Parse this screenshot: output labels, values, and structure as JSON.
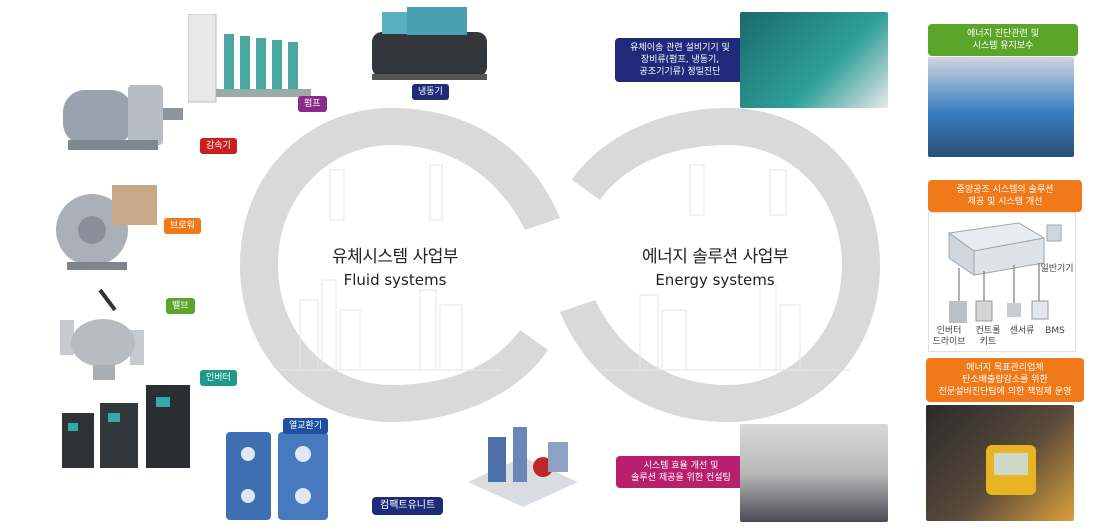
{
  "hubs": {
    "left": {
      "ko": "유체시스템 사업부",
      "en": "Fluid systems"
    },
    "right": {
      "ko": "에너지 솔루션 사업부",
      "en": "Energy systems"
    }
  },
  "products": {
    "pump": "펌프",
    "chiller": "냉동기",
    "reducer": "감속기",
    "blower": "브로워",
    "valve": "밸브",
    "inverter": "인버터",
    "heat_exchanger": "열교환기",
    "compact_unit": "컴팩트유니트"
  },
  "callouts": {
    "diagnosis": "유체이송 관련 설비기기 및\n장비류(펌프, 냉동기,\n공조기기류) 정밀진단",
    "consulting": "시스템 효율 개선 및\n솔루션 제공을 위한 컨설팅",
    "maintenance": "에너지 진단관련 및\n시스템 유지보수",
    "hvac": "중앙공조 시스템의 솔루션\n제공 및 시스템 개선",
    "emission": "에너지 목표관리업체\n탄소배출량감소를 위한\n전문설비진단팀에 의한 책임제 운영"
  },
  "hvac_diagram": {
    "general": "일반기기",
    "inverter_drive": "인버터\n드라이브",
    "control_kit": "컨트롤\n키트",
    "sensors": "센서류",
    "bms": "BMS"
  },
  "colors": {
    "red": "#cc1f1f",
    "orange": "#f07a1a",
    "green": "#5ba52b",
    "teal": "#1e9a8a",
    "purple": "#8a2a8a",
    "navy": "#1f2a7a",
    "blue": "#1f4fa0",
    "magenta": "#b8206e",
    "ring": "#d9d9d9"
  }
}
